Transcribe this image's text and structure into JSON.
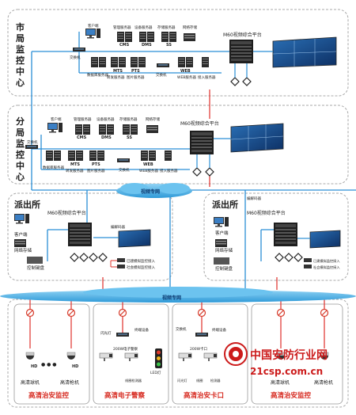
{
  "zones": {
    "city": "市局监控中心",
    "branch": "分局监控中心",
    "police_left": "派出所",
    "police_right": "派出所"
  },
  "labels": {
    "m60_city": "M60视频综合平台",
    "m60_branch": "M60视频综合平台",
    "m60_police_left": "M60视频综合平台",
    "m60_police_right": "M60视频综合平台",
    "client": "客户端",
    "mgmt_server": "管理服务器",
    "device_server": "设备服务器",
    "storage_server": "存储服务器",
    "net_storage": "网络存储",
    "access_switch": "交换机",
    "cms": "CMS",
    "dms": "DMS",
    "ss": "SS",
    "mts": "MTS",
    "pts": "PTS",
    "web": "WEB",
    "db_server": "数据库服务器",
    "transcode_server": "转发服务器",
    "image_server": "图片服务器",
    "switch": "交换机",
    "web_server": "WEB服务器",
    "access_server": "接入服务器",
    "video_private_net_1": "视频专网",
    "video_private_net_2": "视频专网",
    "client_left": "客户端",
    "net_storage_left": "网络存储",
    "ctrl_keyboard_left": "控制键盘",
    "codec_left": "编解码器",
    "analog_a_left": "已建模拟监控接入",
    "analog_b_left": "社会模拟监控接入",
    "client_right": "客户端",
    "net_storage_right": "网络存储",
    "ctrl_keyboard_right": "控制键盘",
    "codec_right": "编解码器",
    "analog_a_right": "已建模拟监控接入",
    "analog_b_right": "社会模拟监控接入",
    "hd_ball": "高清球机",
    "hd_gun": "高清枪机",
    "hd_ball_r": "高清球机",
    "hd_gun_r": "高清枪机",
    "flash_light": "闪光灯",
    "terminal": "终端设备",
    "epolice_cam": "200W电子警察",
    "led": "LED灯",
    "signal_detect": "线圈检测器",
    "switch_b": "交换机",
    "switch_c": "交换机",
    "terminal_c": "终端设备",
    "checkpoint_cam": "200W卡口",
    "bay_a": "闪光灯",
    "bay_b": "线圈",
    "bay_c": "检测器",
    "hd_label_a": "HD",
    "hd_label_b": "HD",
    "ellipsis": "● ● ●"
  },
  "sections": {
    "public_security_left": "高清治安监控",
    "electronic_police": "高清电子警察",
    "security_checkpoint": "高清治安卡口",
    "public_security_right": "高清治安监控"
  },
  "watermark": {
    "title": "中国安防行业网",
    "url": "21csp.com.cn"
  },
  "colors": {
    "link_blue": "#2b8fd6",
    "link_red": "#e0302a",
    "zone_title": "#1a1a1a",
    "section_red": "#d6281e",
    "cloud": "#4fb6ea",
    "watermark_red": "#cc1b1b"
  }
}
